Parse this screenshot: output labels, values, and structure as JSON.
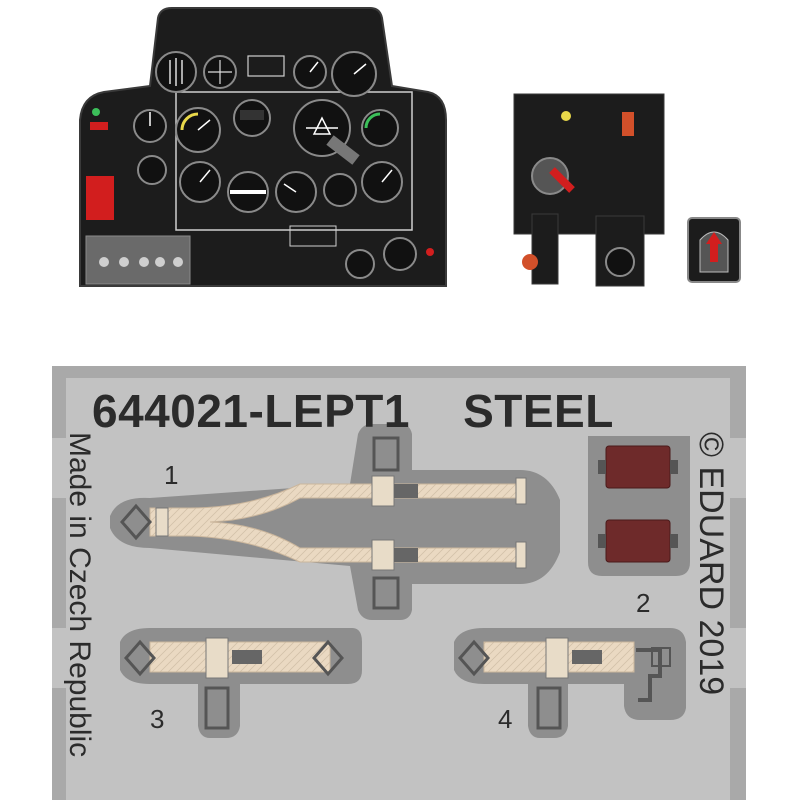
{
  "fret": {
    "code": "644021-LEPT1",
    "material": "STEEL",
    "origin": "Made in Czech Republic",
    "copyright": "© EDUARD 2019"
  },
  "parts": {
    "p1": "1",
    "p2": "2",
    "p3": "3",
    "p4": "4"
  },
  "colors": {
    "panel_black": "#1c1c1c",
    "fret_gray": "#bfbfbf",
    "fret_dark": "#8d8d8d",
    "belt_tan": "#ead9c2",
    "leather_red": "#6e2a2a",
    "accent_red": "#d21e1e"
  }
}
